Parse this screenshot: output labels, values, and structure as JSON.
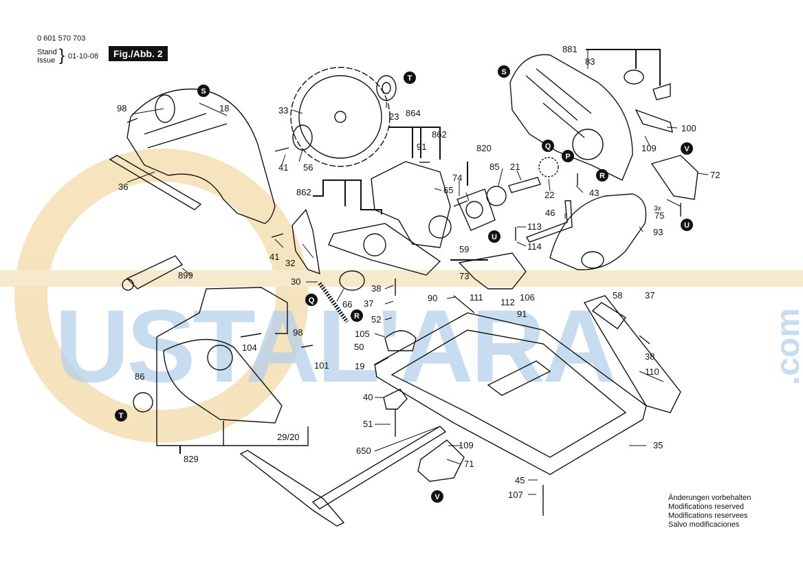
{
  "header": {
    "part_number": "0 601 570 703",
    "stand_label": "Stand",
    "issue_label": "Issue",
    "date": "01-10-08",
    "figure": "Fig./Abb. 2"
  },
  "notes": [
    "Änderungen vorbehalten",
    "Modifications reserved",
    "Modifications reservees",
    "Salvo modificaciones"
  ],
  "watermark": {
    "text": "USTAL'ARA",
    "suffix": ".com",
    "color": "#9cbfe0"
  },
  "parts": {
    "p881": "881",
    "p83": "83",
    "p100": "100",
    "p109a": "109",
    "p72": "72",
    "p43": "43",
    "p3x": "3x",
    "p75": "75",
    "p93": "93",
    "p46": "46",
    "p113": "113",
    "p114": "114",
    "p98a": "98",
    "p18": "18",
    "p36": "36",
    "p33": "33",
    "p23": "23",
    "p864": "864",
    "p862a": "862",
    "p91a": "91",
    "p820": "820",
    "p85": "85",
    "p21": "21",
    "p22": "22",
    "p41a": "41",
    "p56": "56",
    "p74": "74",
    "p65": "65",
    "p862b": "862",
    "p41b": "41",
    "p32": "32",
    "p899": "899",
    "p30": "30",
    "p59": "59",
    "p73": "73",
    "p38a": "38",
    "p37a": "37",
    "p90": "90",
    "p111": "111",
    "p112": "112",
    "p106": "106",
    "p91b": "91",
    "p58": "58",
    "p37b": "37",
    "p38b": "38",
    "p66": "66",
    "p52": "52",
    "p105": "105",
    "p19": "19",
    "p104": "104",
    "p98b": "98",
    "p50": "50",
    "p101": "101",
    "p110": "110",
    "p86": "86",
    "p40": "40",
    "p51": "51",
    "p2920": "29/20",
    "p829": "829",
    "p650": "650",
    "p109b": "109",
    "p71": "71",
    "p35": "35",
    "p45": "45",
    "p107": "107"
  },
  "markers": {
    "S": "S",
    "T": "T",
    "Q": "Q",
    "P": "P",
    "R": "R",
    "V": "V",
    "U": "U"
  },
  "colors": {
    "line": "#111111",
    "marker_fill": "#111111",
    "marker_text": "#ffffff",
    "highlight_band": "#f3dfb2",
    "watermark_circle": "#f1dcae"
  }
}
